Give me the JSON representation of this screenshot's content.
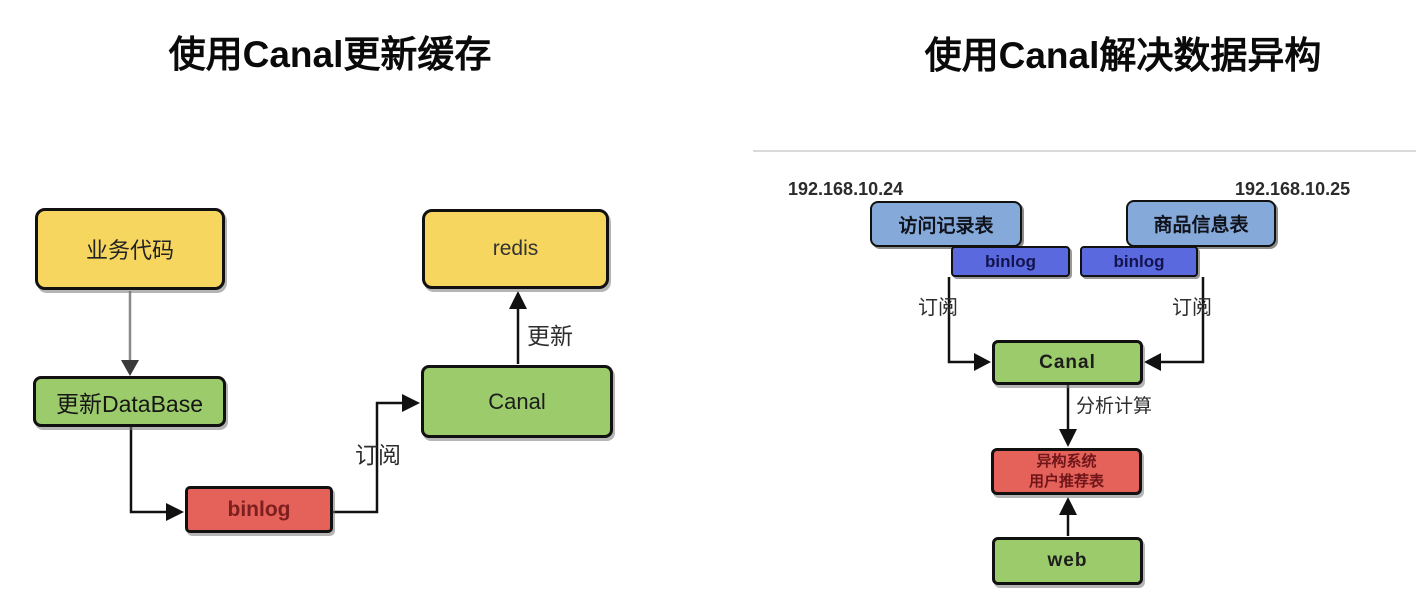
{
  "left_diagram": {
    "title": "使用Canal更新缓存",
    "nodes": {
      "business_code": "业务代码",
      "update_database": "更新DataBase",
      "binlog": "binlog",
      "canal": "Canal",
      "redis": "redis"
    },
    "edge_labels": {
      "subscribe": "订阅",
      "update": "更新"
    }
  },
  "right_diagram": {
    "title": "使用Canal解决数据异构",
    "ip_left": "192.168.10.24",
    "ip_right": "192.168.10.25",
    "nodes": {
      "access_log_table": "访问记录表",
      "product_info_table": "商品信息表",
      "binlog_left": "binlog",
      "binlog_right": "binlog",
      "canal": "Canal",
      "hetero_system_line1": "异构系统",
      "hetero_system_line2": "用户推荐表",
      "web": "web"
    },
    "edge_labels": {
      "subscribe_left": "订阅",
      "subscribe_right": "订阅",
      "analyze_compute": "分析计算"
    }
  },
  "colors": {
    "yellow": "#F6D65F",
    "green": "#9CCB6B",
    "red": "#E4625A",
    "light_blue": "#85AAD9",
    "indigo": "#5A6ADE",
    "border": "#111111",
    "gray_arrow": "#8a8a8a"
  }
}
